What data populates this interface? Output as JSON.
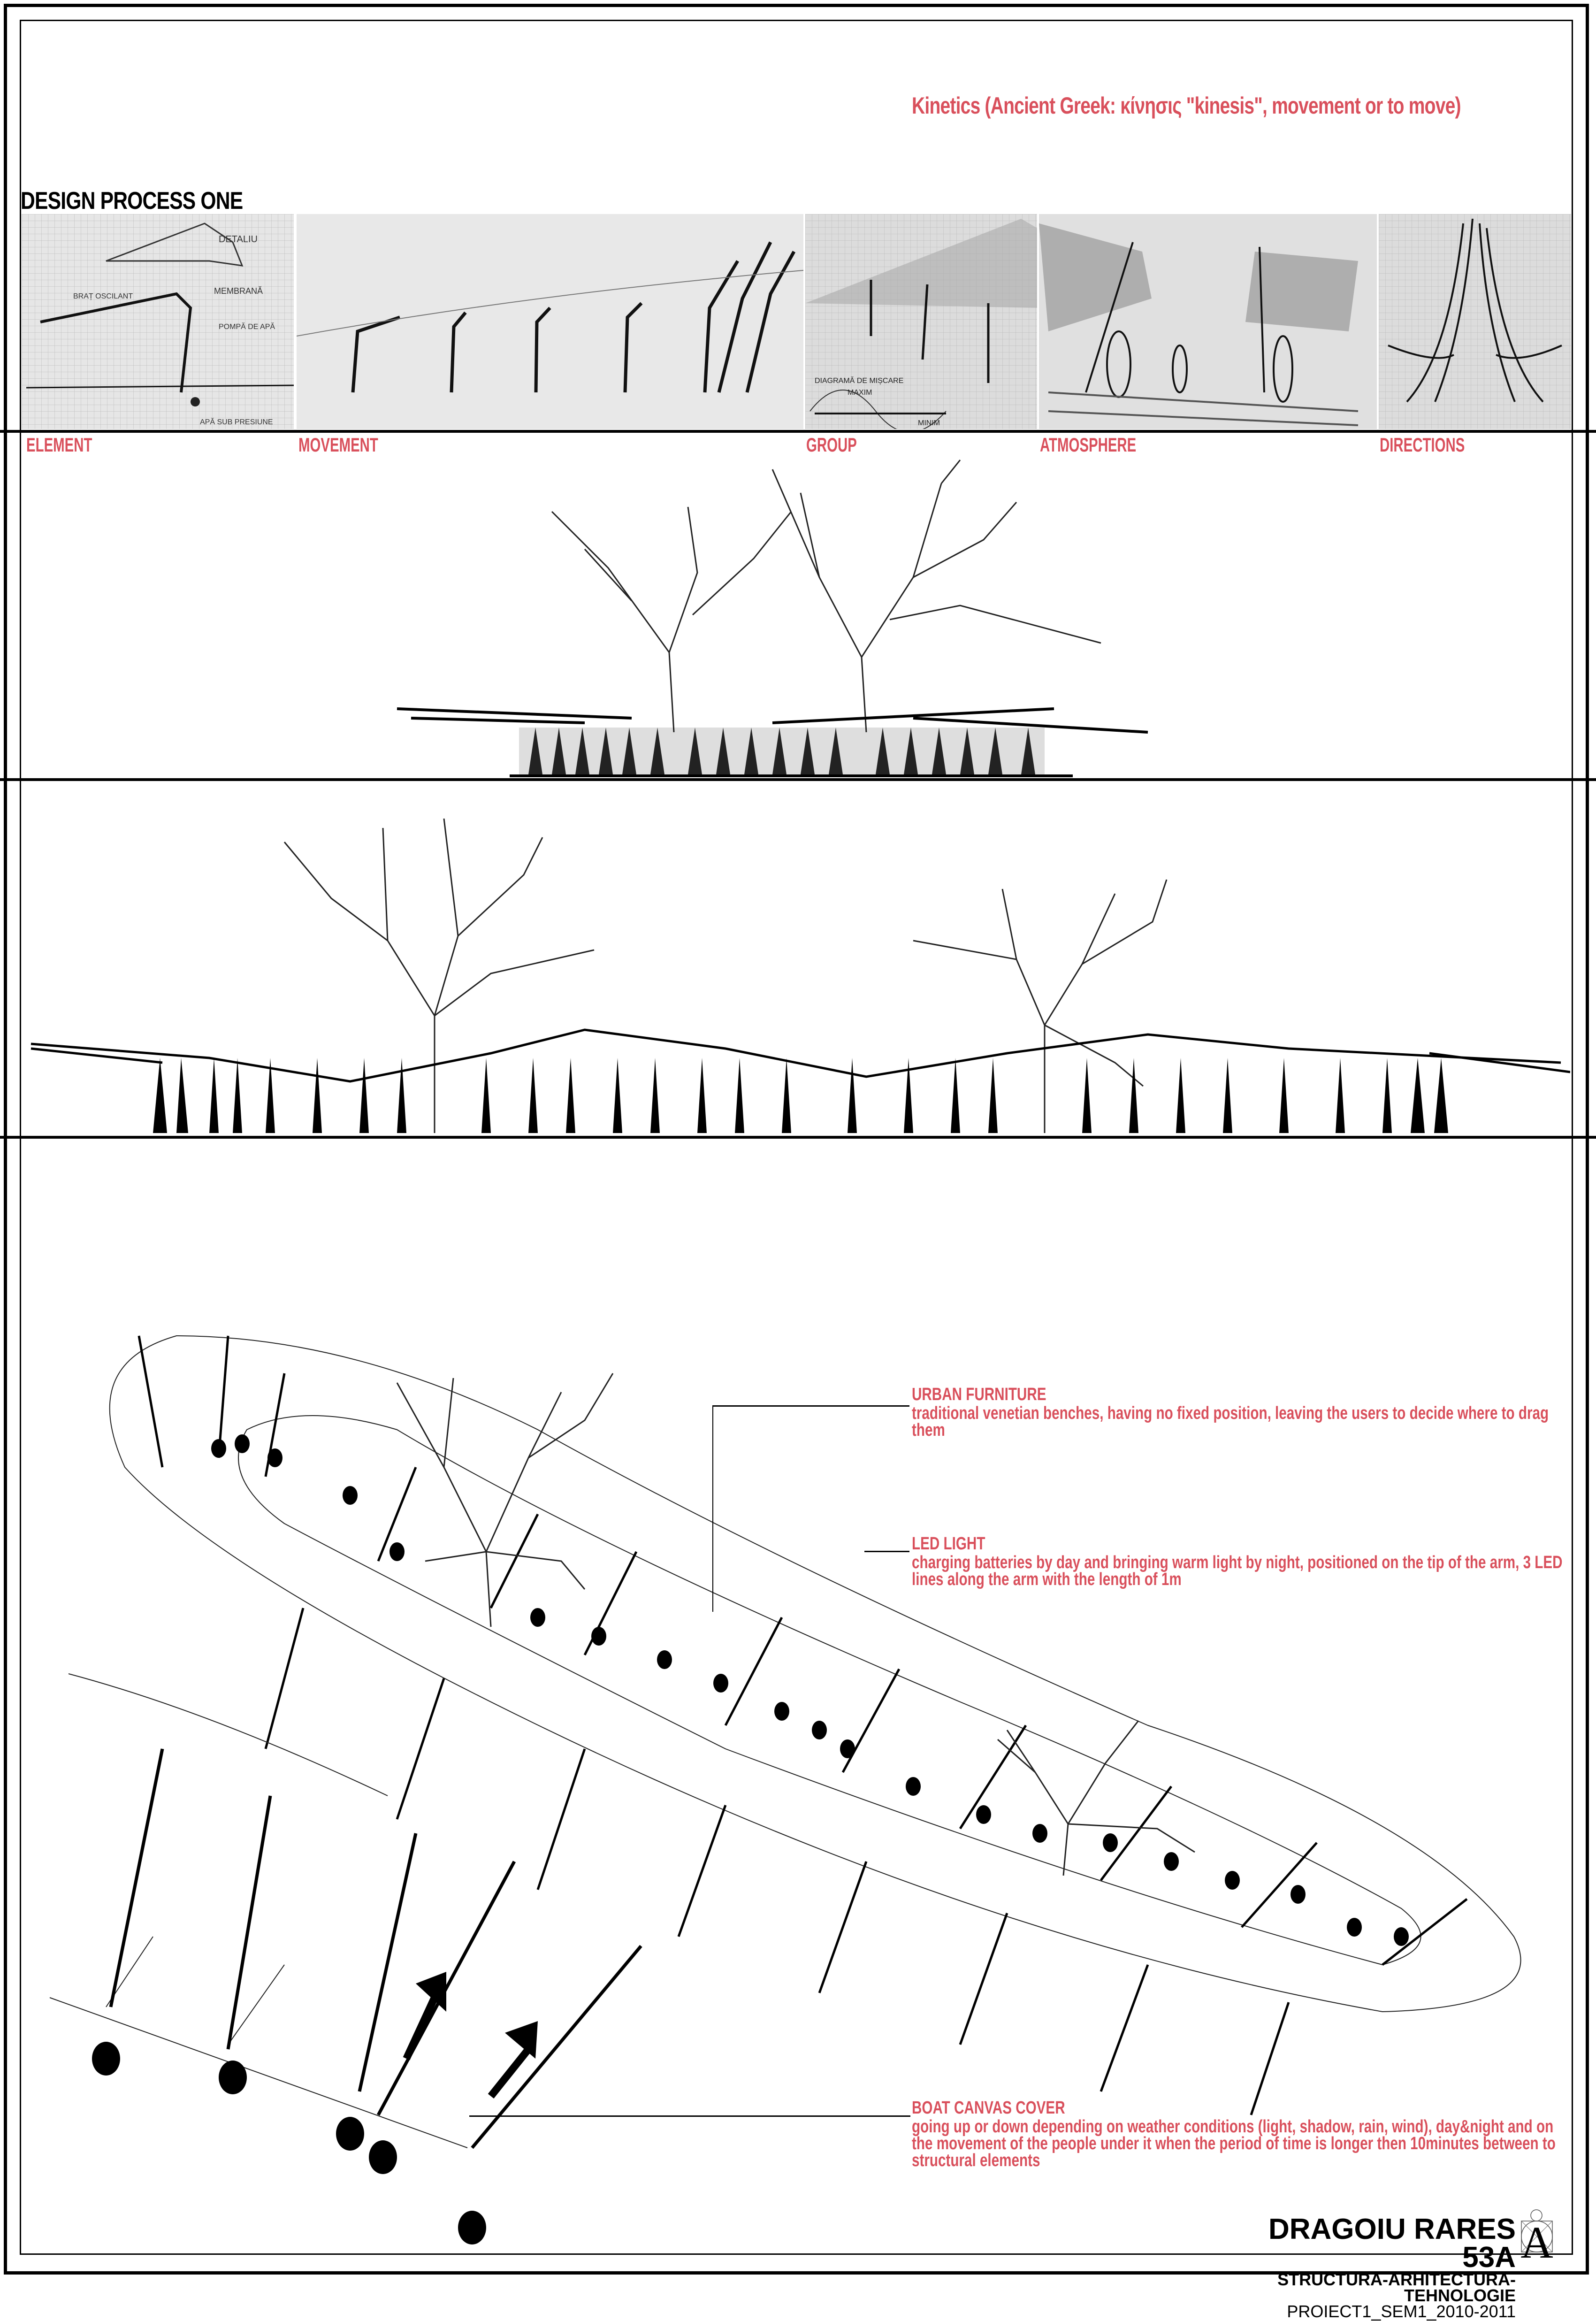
{
  "header": {
    "headline": "Kinetics (Ancient Greek: κίνησις \"kinesis\", movement or to move)",
    "title": "DESIGN PROCESS ONE"
  },
  "sketches": [
    {
      "label": "ELEMENT",
      "annotations": [
        "DETALIU",
        "MEMBRANĂ",
        "BRAȚ OSCILANT",
        "POMPĂ DE APĂ",
        "APĂ SUB PRESIUNE"
      ]
    },
    {
      "label": "MOVEMENT",
      "annotations": []
    },
    {
      "label": "GROUP",
      "annotations": [
        "DIAGRAMĂ DE MIȘCARE",
        "MAXIM",
        "MINIM"
      ]
    },
    {
      "label": "ATMOSPHERE",
      "annotations": []
    },
    {
      "label": "DIRECTIONS",
      "annotations": []
    }
  ],
  "sections": {
    "elevation_1": "front elevation – two wireframe trees over canopy of kinetic arms",
    "elevation_2": "long elevation – two wireframe trees over row of kinetic arms",
    "plan": "axonometric plan – oval ring of kinetic arms with trees and benches"
  },
  "notes": [
    {
      "title": "URBAN FURNITURE",
      "body": "traditional venetian benches, having no fixed position, leaving the users to decide where to drag them"
    },
    {
      "title": "LED LIGHT",
      "body": "charging batteries by day and bringing warm light by night, positioned on the tip of the arm, 3 LED lines along the arm with the length of 1m"
    },
    {
      "title": "BOAT CANVAS COVER",
      "body": "going up or down depending on weather conditions (light, shadow, rain, wind), day&night and on the movement of the people under it when the period of time is longer then 10minutes between to structural elements"
    }
  ],
  "credits": {
    "name": "DRAGOIU RARES 53A",
    "course": "STRUCTURA-ARHITECTURA-TEHNOLOGIE",
    "project": "PROIECT1_SEM1_2010-2011",
    "logo_letter": "A"
  },
  "colors": {
    "accent": "#d9505c",
    "ink": "#000000",
    "paper": "#ffffff",
    "sketch_bg": "#dcdcdc"
  }
}
